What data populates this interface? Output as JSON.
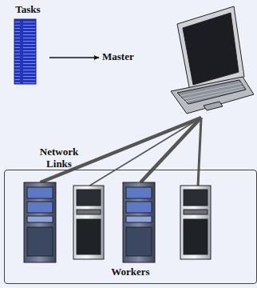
{
  "diagram": {
    "nodes": [
      {
        "text": [
          "Tasks"
        ]
      },
      {
        "text": [
          "Master"
        ]
      },
      {
        "text": [
          "Workers"
        ]
      }
    ],
    "edges": [
      {
        "from": 0,
        "to": 1,
        "arrow": "to"
      },
      {
        "from": 1,
        "to": 2,
        "arrow": "none"
      }
    ],
    "labels": [
      "Network Links"
    ]
  }
}
